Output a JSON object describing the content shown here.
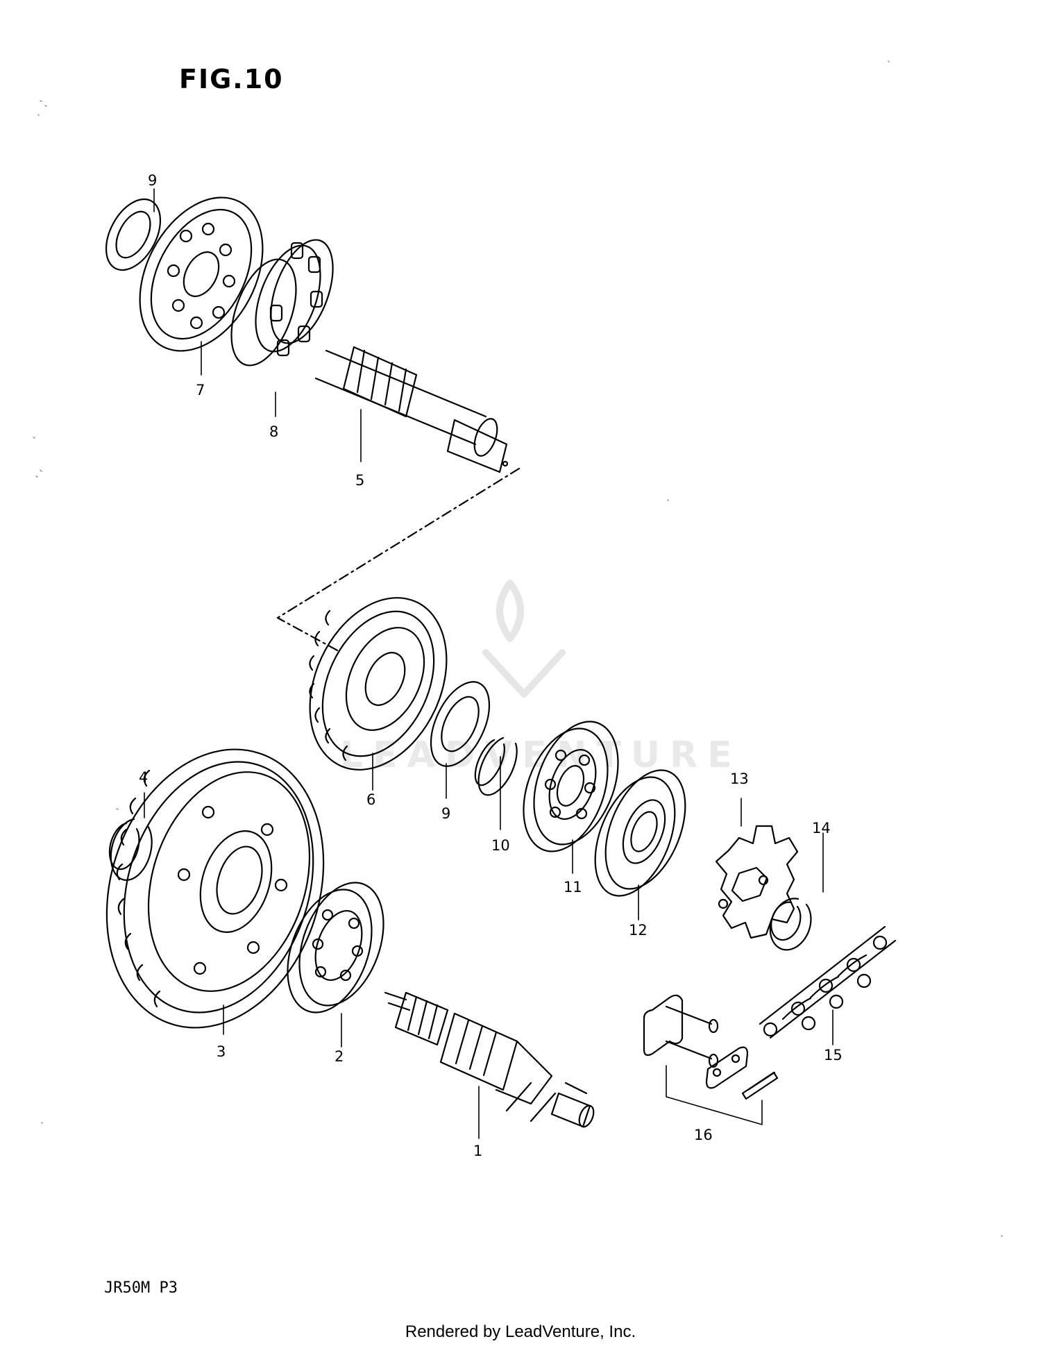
{
  "figure": {
    "title": "FIG.10"
  },
  "callouts": [
    {
      "id": "c1",
      "text": "1"
    },
    {
      "id": "c2",
      "text": "2"
    },
    {
      "id": "c3",
      "text": "3"
    },
    {
      "id": "c4",
      "text": "4"
    },
    {
      "id": "c5",
      "text": "5"
    },
    {
      "id": "c6",
      "text": "6"
    },
    {
      "id": "c7",
      "text": "7"
    },
    {
      "id": "c8",
      "text": "8"
    },
    {
      "id": "c9a",
      "text": "9"
    },
    {
      "id": "c9b",
      "text": "9"
    },
    {
      "id": "c10",
      "text": "10"
    },
    {
      "id": "c11",
      "text": "11"
    },
    {
      "id": "c12",
      "text": "12"
    },
    {
      "id": "c13",
      "text": "13"
    },
    {
      "id": "c14",
      "text": "14"
    },
    {
      "id": "c15",
      "text": "15"
    },
    {
      "id": "c16",
      "text": "16"
    }
  ],
  "footer": {
    "model_code": "JR50M P3",
    "credit": "Rendered by LeadVenture, Inc."
  },
  "watermark": {
    "text": "LEADVENTURE"
  }
}
